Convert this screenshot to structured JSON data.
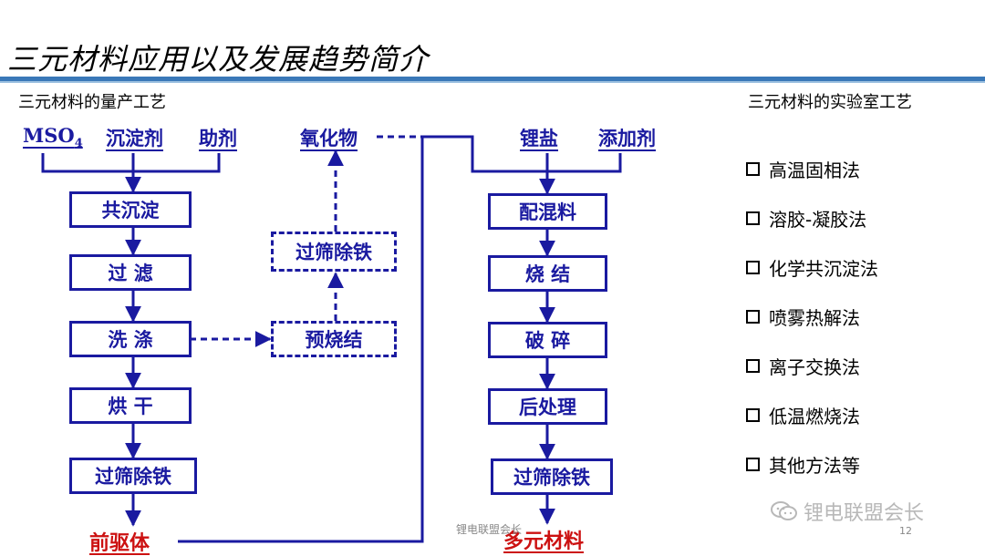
{
  "title": "三元材料应用以及发展趋势简介",
  "mass_production": {
    "heading": "三元材料的量产工艺",
    "inputs": {
      "mso4": "MSO",
      "mso4_sub": "4",
      "precipitant": "沉淀剂",
      "auxiliary": "助剂"
    },
    "steps": [
      "共沉淀",
      "过  滤",
      "洗  涤",
      "烘  干",
      "过筛除铁"
    ],
    "product": "前驱体",
    "side_branch": {
      "oxide": "氧化物",
      "sieve": "过筛除铁",
      "presinter": "预烧结"
    },
    "inputs2": {
      "lithium_salt": "锂盐",
      "additive": "添加剂"
    },
    "steps2": [
      "配混料",
      "烧  结",
      "破  碎",
      "后处理",
      "过筛除铁"
    ],
    "product2": "多元材料"
  },
  "lab": {
    "heading": "三元材料的实验室工艺",
    "methods": [
      "高温固相法",
      "溶胶-凝胶法",
      "化学共沉淀法",
      "喷雾热解法",
      "离子交换法",
      "低温燃烧法",
      "其他方法等"
    ]
  },
  "footer": {
    "watermark_center": "锂电联盟会长",
    "watermark": "锂电联盟会长",
    "page_number": "12"
  },
  "colors": {
    "flow": "#1a1aa0",
    "product": "#cc1111",
    "rule": "#3a78b8"
  },
  "icons": {
    "checkbox": "checkbox-icon",
    "wechat": "wechat-icon"
  }
}
